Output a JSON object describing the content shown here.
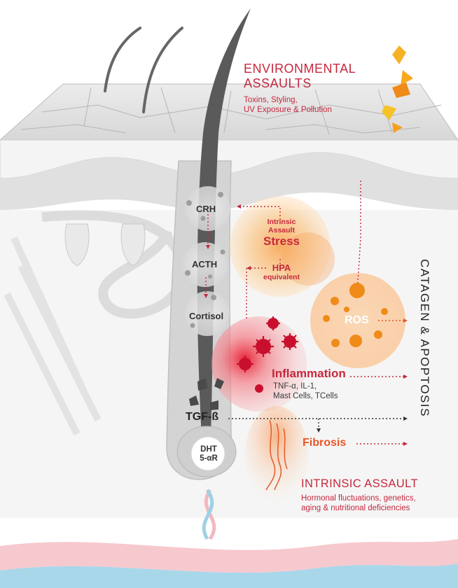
{
  "colors": {
    "accent_red": "#c5283d",
    "accent_orange": "#e8572a",
    "skin_gray": "#e6e6e6",
    "hair_dark": "#555555",
    "vessel_pink": "#f6c9cf",
    "vessel_blue": "#a9d7ea"
  },
  "environmental": {
    "title_line1": "ENVIRONMENTAL",
    "title_line2": "ASSAULTS",
    "sub_line1": "Toxins, Styling,",
    "sub_line2": "UV Exposure & Pollution"
  },
  "axis_nodes": {
    "crh": "CRH",
    "acth": "ACTH",
    "cortisol": "Cortisol"
  },
  "stress": {
    "line1": "Intrinsic",
    "line2": "Assault",
    "line3": "Stress"
  },
  "hpa": {
    "line1": "HPA",
    "line2": "equivalent"
  },
  "ros": "ROS",
  "inflammation": {
    "title": "Inflammation",
    "line1": "TNF-α, IL-1,",
    "line2": "Mast Cells, TCells"
  },
  "tgf": "TGF-ß",
  "fibrosis": "Fibrosis",
  "dht": {
    "line1": "DHT",
    "line2": "5-αR"
  },
  "catagen": "CATAGEN & APOPTOSIS",
  "intrinsic": {
    "title": "INTRINSIC ASSAULT",
    "line1": "Hormonal fluctuations, genetics,",
    "line2": "aging & nutritional deficiencies"
  },
  "icons": [
    "crystal-icon",
    "virus-icon",
    "ros-particle-icon",
    "hair-follicle-icon"
  ]
}
